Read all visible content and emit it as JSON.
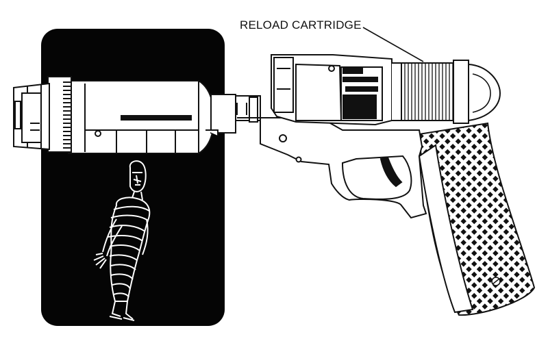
{
  "figure": {
    "callout_label": "RELOAD CARTRIDGE"
  },
  "colors": {
    "ink": "#111111",
    "paper": "#ffffff",
    "panel": "#050505"
  },
  "parts": [
    "reload-cartridge",
    "blaster-barrel",
    "stun-setting-panel",
    "trigger",
    "grip",
    "sleeve",
    "background-panel",
    "wrapped-figure"
  ]
}
